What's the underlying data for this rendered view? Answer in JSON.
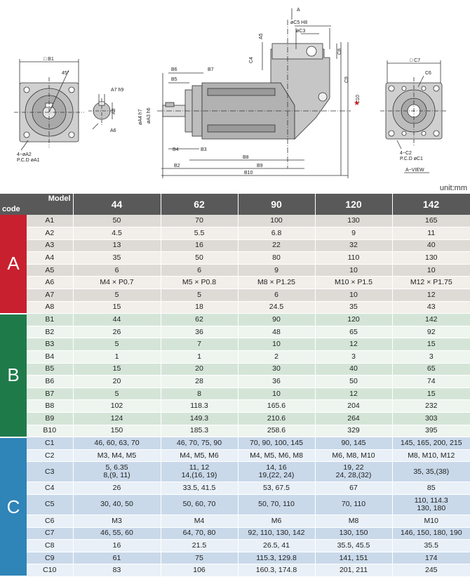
{
  "drawing": {
    "labels": {
      "A": "A",
      "C5H8": "øC5  H8",
      "C3": "øC3",
      "A5": "A5",
      "C4": "C4",
      "C8": "C8",
      "C9": "C9",
      "C10": "C10",
      "B1": "□ B1",
      "deg": "45°",
      "A7": "A7 h9",
      "A8": "A8",
      "A6": "A6",
      "A2": "4−øA2",
      "A1": "P.C.D  øA1",
      "B6": "B6",
      "B7": "B7",
      "B5": "B5",
      "A4": "øA4  h7",
      "A3": "øA3  h6",
      "B4": "B4",
      "B3": "B3",
      "B8": "B8",
      "B2": "B2",
      "B9": "B9",
      "B10": "B10",
      "C7": "□ C7",
      "C6": "C6",
      "C2": "4−C2",
      "C1": "P.C.D  øC1",
      "view": "A−VIEW"
    }
  },
  "unit": "unit:mm",
  "table": {
    "header": {
      "model": "Model",
      "code": "code",
      "models": [
        "44",
        "62",
        "90",
        "120",
        "142"
      ]
    },
    "groups": [
      {
        "label": "A",
        "rows": [
          {
            "code": "A1",
            "values": [
              "50",
              "70",
              "100",
              "130",
              "165"
            ]
          },
          {
            "code": "A2",
            "values": [
              "4.5",
              "5.5",
              "6.8",
              "9",
              "11"
            ]
          },
          {
            "code": "A3",
            "values": [
              "13",
              "16",
              "22",
              "32",
              "40"
            ]
          },
          {
            "code": "A4",
            "values": [
              "35",
              "50",
              "80",
              "110",
              "130"
            ]
          },
          {
            "code": "A5",
            "values": [
              "6",
              "6",
              "9",
              "10",
              "10"
            ]
          },
          {
            "code": "A6",
            "values": [
              "M4 × P0.7",
              "M5 × P0.8",
              "M8 × P1.25",
              "M10 × P1.5",
              "M12 × P1.75"
            ]
          },
          {
            "code": "A7",
            "values": [
              "5",
              "5",
              "6",
              "10",
              "12"
            ]
          },
          {
            "code": "A8",
            "values": [
              "15",
              "18",
              "24.5",
              "35",
              "43"
            ]
          }
        ]
      },
      {
        "label": "B",
        "rows": [
          {
            "code": "B1",
            "values": [
              "44",
              "62",
              "90",
              "120",
              "142"
            ]
          },
          {
            "code": "B2",
            "values": [
              "26",
              "36",
              "48",
              "65",
              "92"
            ]
          },
          {
            "code": "B3",
            "values": [
              "5",
              "7",
              "10",
              "12",
              "15"
            ]
          },
          {
            "code": "B4",
            "values": [
              "1",
              "1",
              "2",
              "3",
              "3"
            ]
          },
          {
            "code": "B5",
            "values": [
              "15",
              "20",
              "30",
              "40",
              "65"
            ]
          },
          {
            "code": "B6",
            "values": [
              "20",
              "28",
              "36",
              "50",
              "74"
            ]
          },
          {
            "code": "B7",
            "values": [
              "5",
              "8",
              "10",
              "12",
              "15"
            ]
          },
          {
            "code": "B8",
            "values": [
              "102",
              "118.3",
              "165.6",
              "204",
              "232"
            ]
          },
          {
            "code": "B9",
            "values": [
              "124",
              "149.3",
              "210.6",
              "264",
              "303"
            ]
          },
          {
            "code": "B10",
            "values": [
              "150",
              "185.3",
              "258.6",
              "329",
              "395"
            ]
          }
        ]
      },
      {
        "label": "C",
        "rows": [
          {
            "code": "C1",
            "values": [
              "46, 60, 63, 70",
              "46, 70, 75, 90",
              "70, 90, 100, 145",
              "90, 145",
              "145, 165, 200, 215"
            ]
          },
          {
            "code": "C2",
            "values": [
              "M3, M4, M5",
              "M4, M5, M6",
              "M4, M5, M6, M8",
              "M6, M8, M10",
              "M8, M10, M12"
            ]
          },
          {
            "code": "C3",
            "values": [
              [
                "5, 6.35",
                "8,(9, 11)"
              ],
              [
                "11, 12",
                "14,(16, 19)"
              ],
              [
                "14, 16",
                "19,(22, 24)"
              ],
              [
                "19, 22",
                "24, 28,(32)"
              ],
              [
                "35, 35,(38)"
              ]
            ]
          },
          {
            "code": "C4",
            "values": [
              "26",
              "33.5, 41.5",
              "53, 67.5",
              "67",
              "85"
            ]
          },
          {
            "code": "C5",
            "values": [
              [
                "30, 40, 50"
              ],
              [
                "50, 60, 70"
              ],
              [
                "50, 70, 110"
              ],
              [
                "70, 110"
              ],
              [
                "110, 114.3",
                "130, 180"
              ]
            ]
          },
          {
            "code": "C6",
            "values": [
              "M3",
              "M4",
              "M6",
              "M8",
              "M10"
            ]
          },
          {
            "code": "C7",
            "values": [
              "46, 55, 60",
              "64, 70, 80",
              "92, 110, 130, 142",
              "130, 150",
              "146, 150, 180, 190"
            ]
          },
          {
            "code": "C8",
            "values": [
              "16",
              "21.5",
              "26.5, 41",
              "35.5, 45.5",
              "35.5"
            ]
          },
          {
            "code": "C9",
            "values": [
              "61",
              "75",
              "115.3, 129.8",
              "141, 151",
              "174"
            ]
          },
          {
            "code": "C10",
            "values": [
              "83",
              "106",
              "160.3, 174.8",
              "201, 211",
              "245"
            ]
          }
        ]
      }
    ]
  }
}
